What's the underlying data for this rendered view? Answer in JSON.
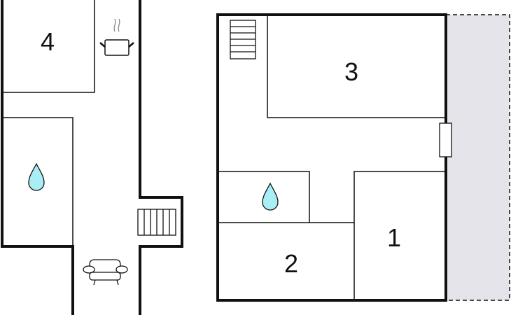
{
  "floor_plan": {
    "rooms": [
      {
        "id": "room-1",
        "label": "1"
      },
      {
        "id": "room-2",
        "label": "2"
      },
      {
        "id": "room-3",
        "label": "3"
      },
      {
        "id": "room-4",
        "label": "4"
      }
    ],
    "icons": [
      "kitchen-pot-icon",
      "bathroom-drop-icon",
      "bathroom-drop-icon",
      "stairs-icon",
      "stairs-icon",
      "sofa-icon",
      "window-icon"
    ],
    "colors": {
      "wall": "#111111",
      "water_drop": "#aaeef5",
      "terrace": "#e4e4ea",
      "steam": "#888888"
    }
  }
}
